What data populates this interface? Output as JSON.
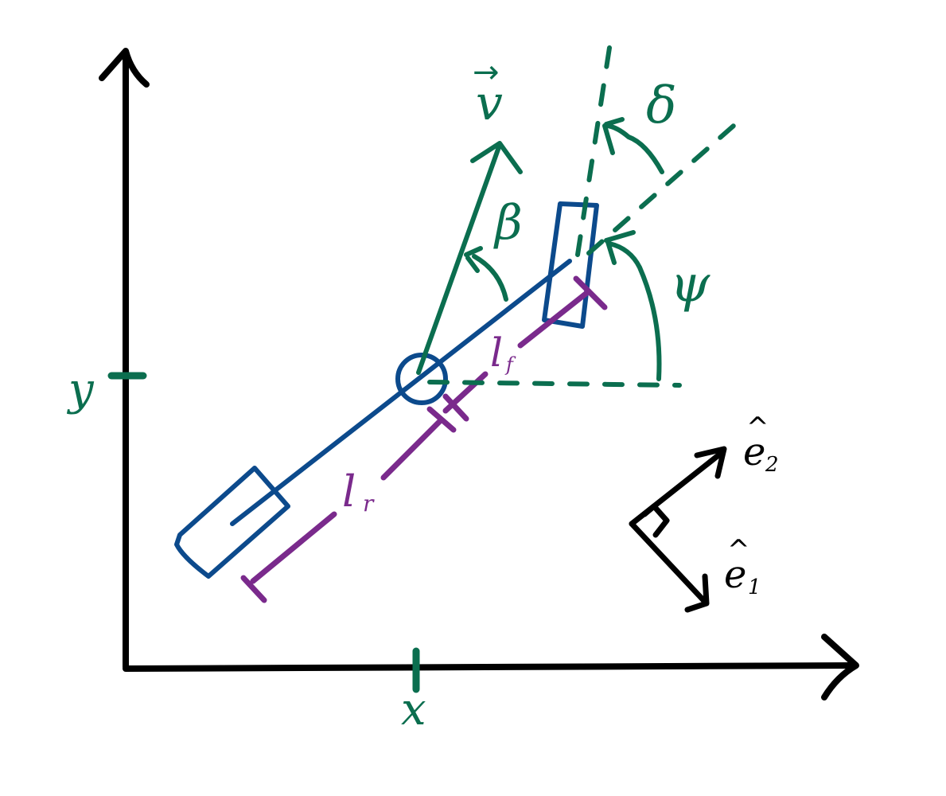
{
  "diagram": {
    "colors": {
      "axes": "#000000",
      "body": "#0c4a8c",
      "lengths": "#7a2a8c",
      "kinematics": "#0b6e4f"
    },
    "labels": {
      "x_axis": "x",
      "y_axis": "y",
      "velocity": "v",
      "slip_angle": "β",
      "steer_angle": "δ",
      "heading_angle": "ψ",
      "front_length": "l",
      "front_length_sub": "f",
      "rear_length": "l",
      "rear_length_sub": "r",
      "basis_1": "e",
      "basis_1_sub": "1",
      "basis_2": "e",
      "basis_2_sub": "2",
      "hat": "^",
      "vector_arrow": "→"
    }
  }
}
